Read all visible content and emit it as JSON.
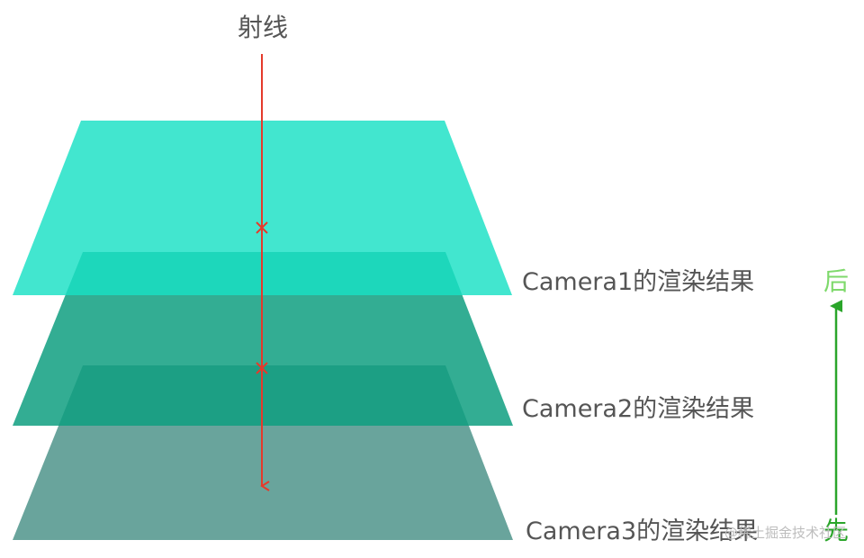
{
  "ray": {
    "title": "射线",
    "color": "#e53a2b"
  },
  "layers": [
    {
      "label": "Camera1的渲染结果",
      "color": "#19e0c5",
      "opacity": 0.82
    },
    {
      "label": "Camera2的渲染结果",
      "color": "#0f9f80",
      "opacity": 0.85
    },
    {
      "label": "Camera3的渲染结果",
      "color": "#3f8a80",
      "opacity": 0.78
    }
  ],
  "order": {
    "after_label": "后",
    "before_label": "先",
    "after_color": "#7ed96b",
    "before_color": "#2aa52a",
    "arrow_color": "#2aa52a"
  },
  "watermark": "@稀土掘金技术社区"
}
